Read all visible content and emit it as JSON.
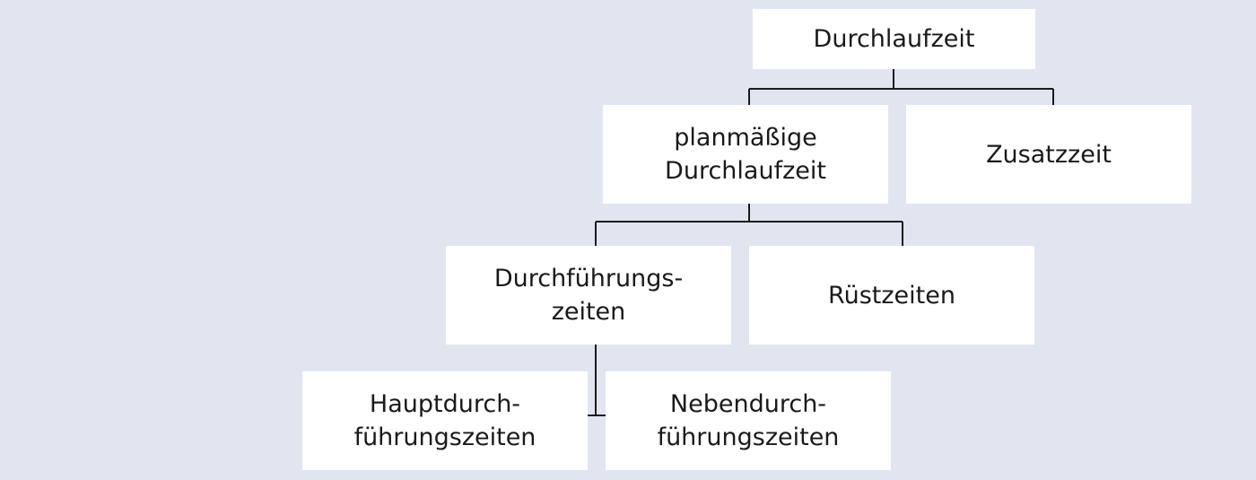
{
  "background_color": "#e1e5ef",
  "box_color": "#ffffff",
  "line_color": "#1a1a1a",
  "nodes": {
    "durchlaufzeit": "Durchlaufzeit",
    "planmaessige_durchlaufzeit": "planmäßige\nDurchlaufzeit",
    "zusatzzeit": "Zusatzzeit",
    "durchfuehrungszeiten": "Durchführungs-\nzeiten",
    "ruestzeiten": "Rüstzeiten",
    "hauptdurchfuehrungszeiten": "Hauptdurch-\nführungszeiten",
    "nebendurchfuehrungszeiten": "Nebendurch-\nführungszeiten"
  },
  "edges": [
    {
      "from": "durchlaufzeit",
      "to": "planmaessige_durchlaufzeit"
    },
    {
      "from": "durchlaufzeit",
      "to": "zusatzzeit"
    },
    {
      "from": "planmaessige_durchlaufzeit",
      "to": "durchfuehrungszeiten"
    },
    {
      "from": "planmaessige_durchlaufzeit",
      "to": "ruestzeiten"
    },
    {
      "from": "durchfuehrungszeiten",
      "to": "hauptdurchfuehrungszeiten"
    },
    {
      "from": "durchfuehrungszeiten",
      "to": "nebendurchfuehrungszeiten"
    }
  ]
}
